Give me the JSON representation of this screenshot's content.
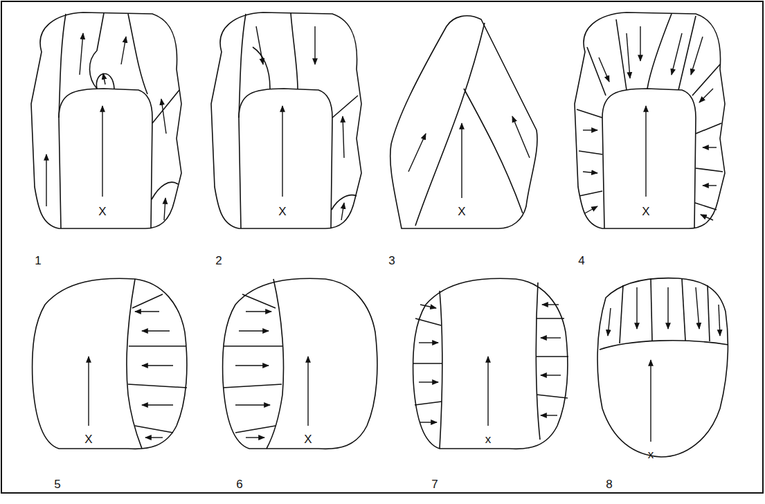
{
  "diagram": {
    "labels": [
      "X",
      "1",
      "X",
      "2",
      "X",
      "3",
      "X",
      "4",
      "X",
      "5",
      "X",
      "6",
      "x",
      "7",
      "x",
      "8"
    ]
  }
}
